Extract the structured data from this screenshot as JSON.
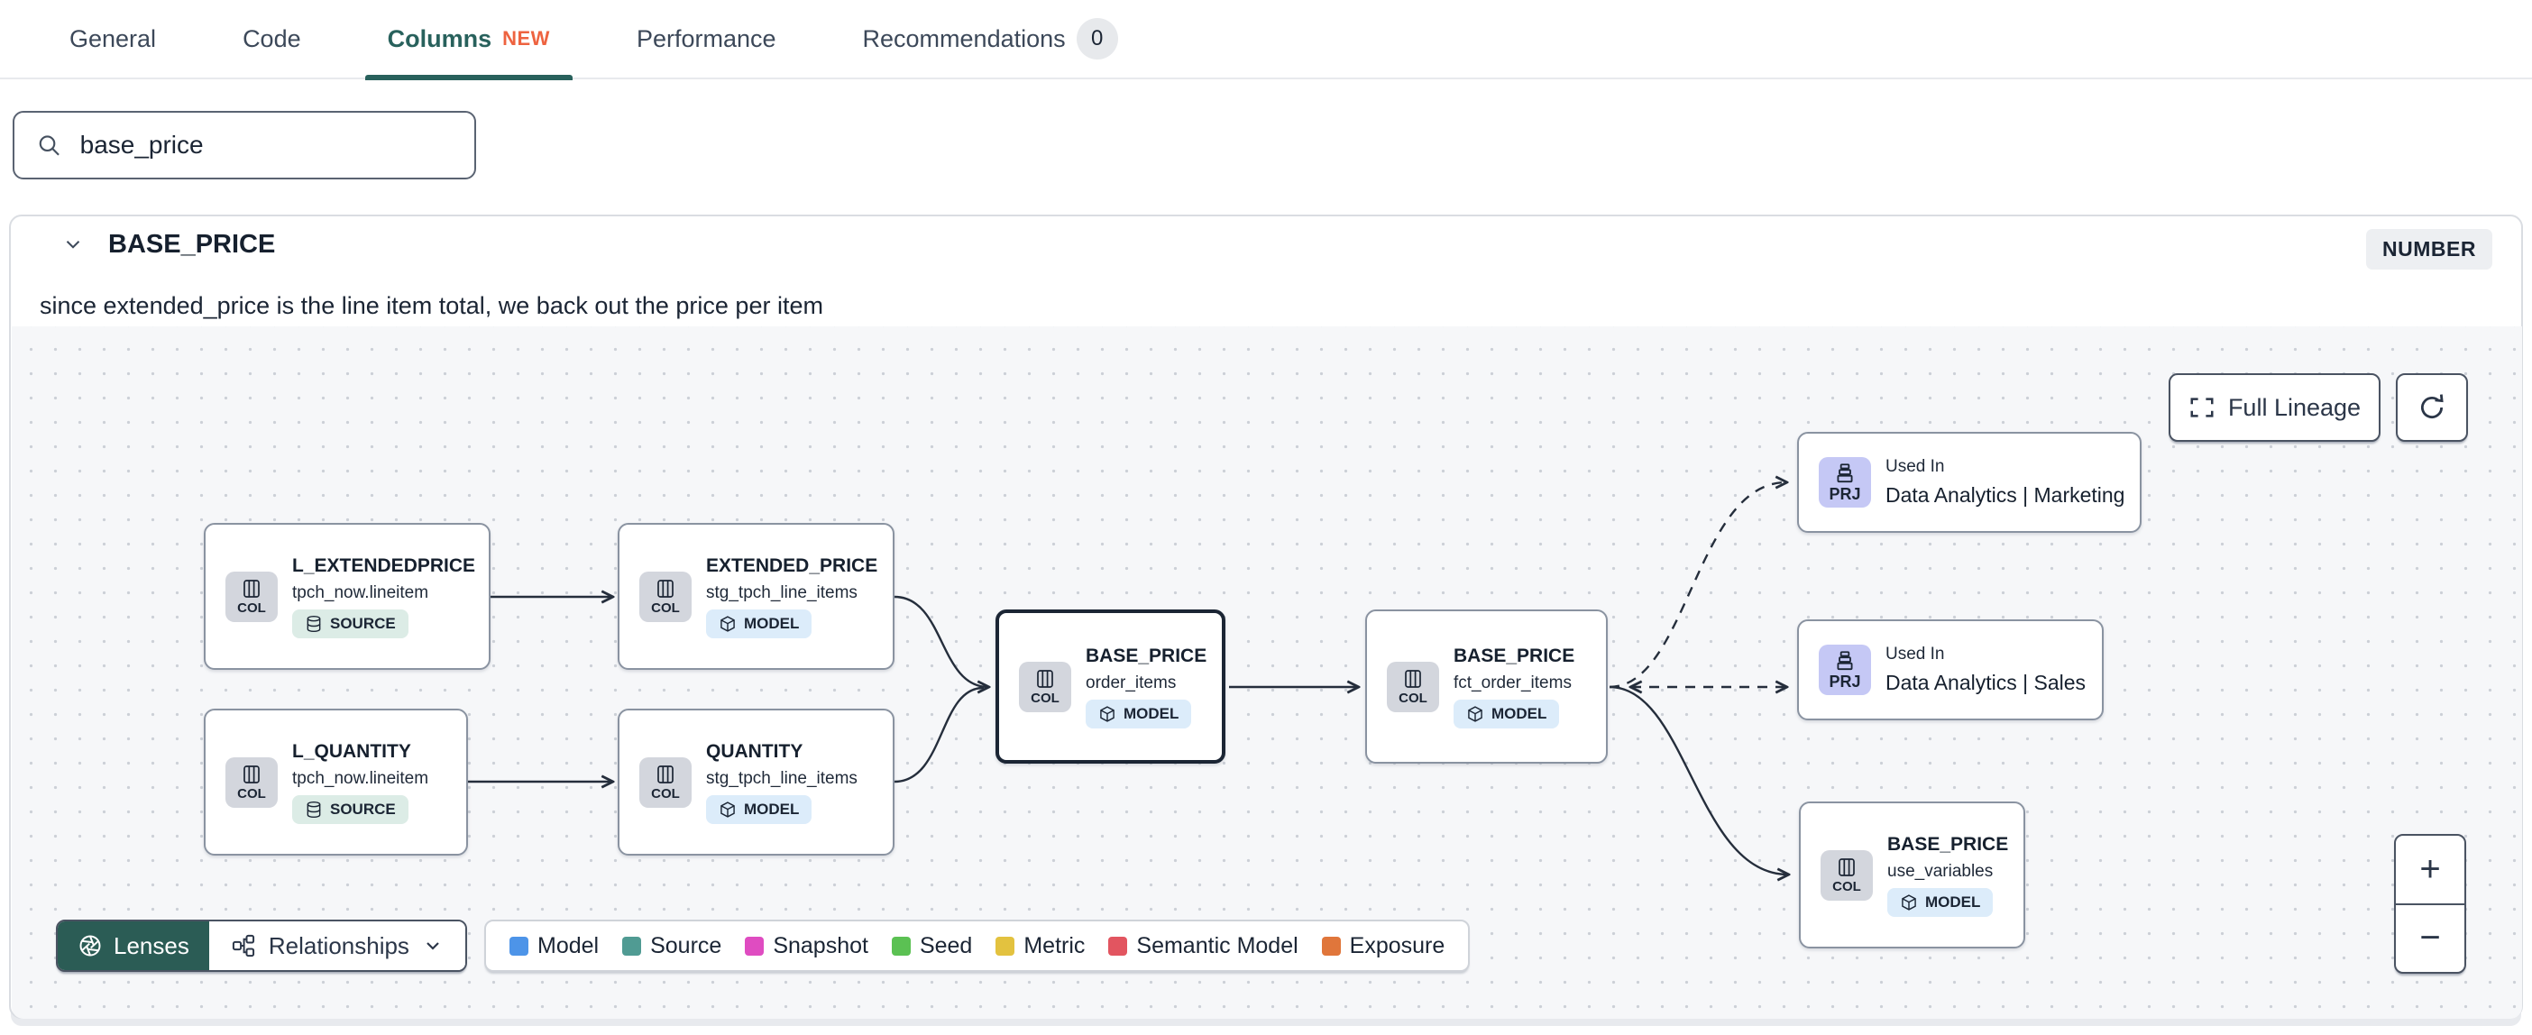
{
  "tabs": {
    "items": [
      {
        "label": "General"
      },
      {
        "label": "Code"
      },
      {
        "label": "Columns",
        "badge": "NEW"
      },
      {
        "label": "Performance"
      },
      {
        "label": "Recommendations",
        "count": "0"
      }
    ]
  },
  "search": {
    "value": "base_price"
  },
  "column": {
    "name": "BASE_PRICE",
    "type": "NUMBER",
    "description": "since extended_price is the line item total, we back out the price per item"
  },
  "lineage": {
    "controls": {
      "full_lineage": "Full Lineage",
      "zoom_in": "+",
      "zoom_out": "−"
    },
    "toolbar": {
      "lenses": "Lenses",
      "relationships": "Relationships"
    },
    "legend": [
      {
        "label": "Model",
        "color": "#4D94E8"
      },
      {
        "label": "Source",
        "color": "#509B93"
      },
      {
        "label": "Snapshot",
        "color": "#DF4CC1"
      },
      {
        "label": "Seed",
        "color": "#5BC153"
      },
      {
        "label": "Metric",
        "color": "#E3C23F"
      },
      {
        "label": "Semantic Model",
        "color": "#E25560"
      },
      {
        "label": "Exposure",
        "color": "#E0763B"
      }
    ],
    "nodes": [
      {
        "title": "L_EXTENDEDPRICE",
        "subtitle": "tpch_now.lineitem",
        "col_label": "COL",
        "badge": "SOURCE"
      },
      {
        "title": "EXTENDED_PRICE",
        "subtitle": "stg_tpch_line_items",
        "col_label": "COL",
        "badge": "MODEL"
      },
      {
        "title": "L_QUANTITY",
        "subtitle": "tpch_now.lineitem",
        "col_label": "COL",
        "badge": "SOURCE"
      },
      {
        "title": "QUANTITY",
        "subtitle": "stg_tpch_line_items",
        "col_label": "COL",
        "badge": "MODEL"
      },
      {
        "title": "BASE_PRICE",
        "subtitle": "order_items",
        "col_label": "COL",
        "badge": "MODEL"
      },
      {
        "title": "BASE_PRICE",
        "subtitle": "fct_order_items",
        "col_label": "COL",
        "badge": "MODEL"
      },
      {
        "prj_label": "PRJ",
        "used_in": "Used In",
        "title": "Data Analytics | Marketing"
      },
      {
        "prj_label": "PRJ",
        "used_in": "Used In",
        "title": "Data Analytics | Sales"
      },
      {
        "title": "BASE_PRICE",
        "subtitle": "use_variables",
        "col_label": "COL",
        "badge": "MODEL"
      }
    ]
  }
}
